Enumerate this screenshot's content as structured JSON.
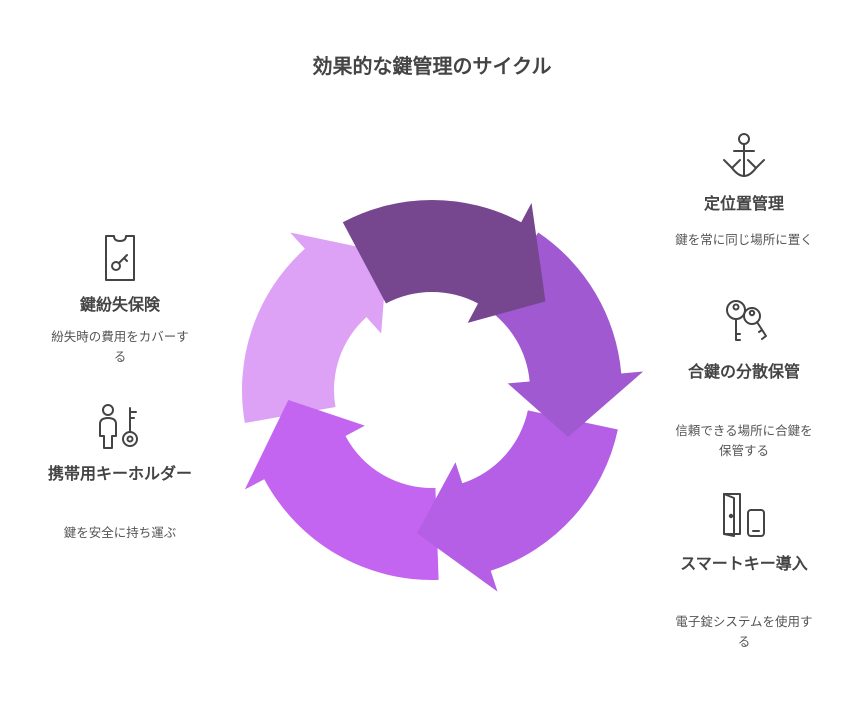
{
  "title": "効果的な鍵管理のサイクル",
  "colors": {
    "arc_dark": "#76468F",
    "arc_mid": "#A059D0",
    "arc_purple": "#B45FE6",
    "arc_bright": "#C465F2",
    "arc_light": "#DDA1F5",
    "text": "#444444"
  },
  "items": [
    {
      "label": "定位置管理",
      "desc": "鍵を常に同じ場所に置く",
      "icon": "anchor-icon"
    },
    {
      "label": "合鍵の分散保管",
      "desc": "信頼できる場所に合鍵を保管する",
      "icon": "keys-icon"
    },
    {
      "label": "スマートキー導入",
      "desc": "電子錠システムを使用する",
      "icon": "door-phone-icon"
    },
    {
      "label": "携帯用キーホルダー",
      "desc": "鍵を安全に持ち運ぶ",
      "icon": "person-key-icon"
    },
    {
      "label": "鍵紛失保険",
      "desc": "紛失時の費用をカバーする",
      "icon": "key-card-icon"
    }
  ]
}
